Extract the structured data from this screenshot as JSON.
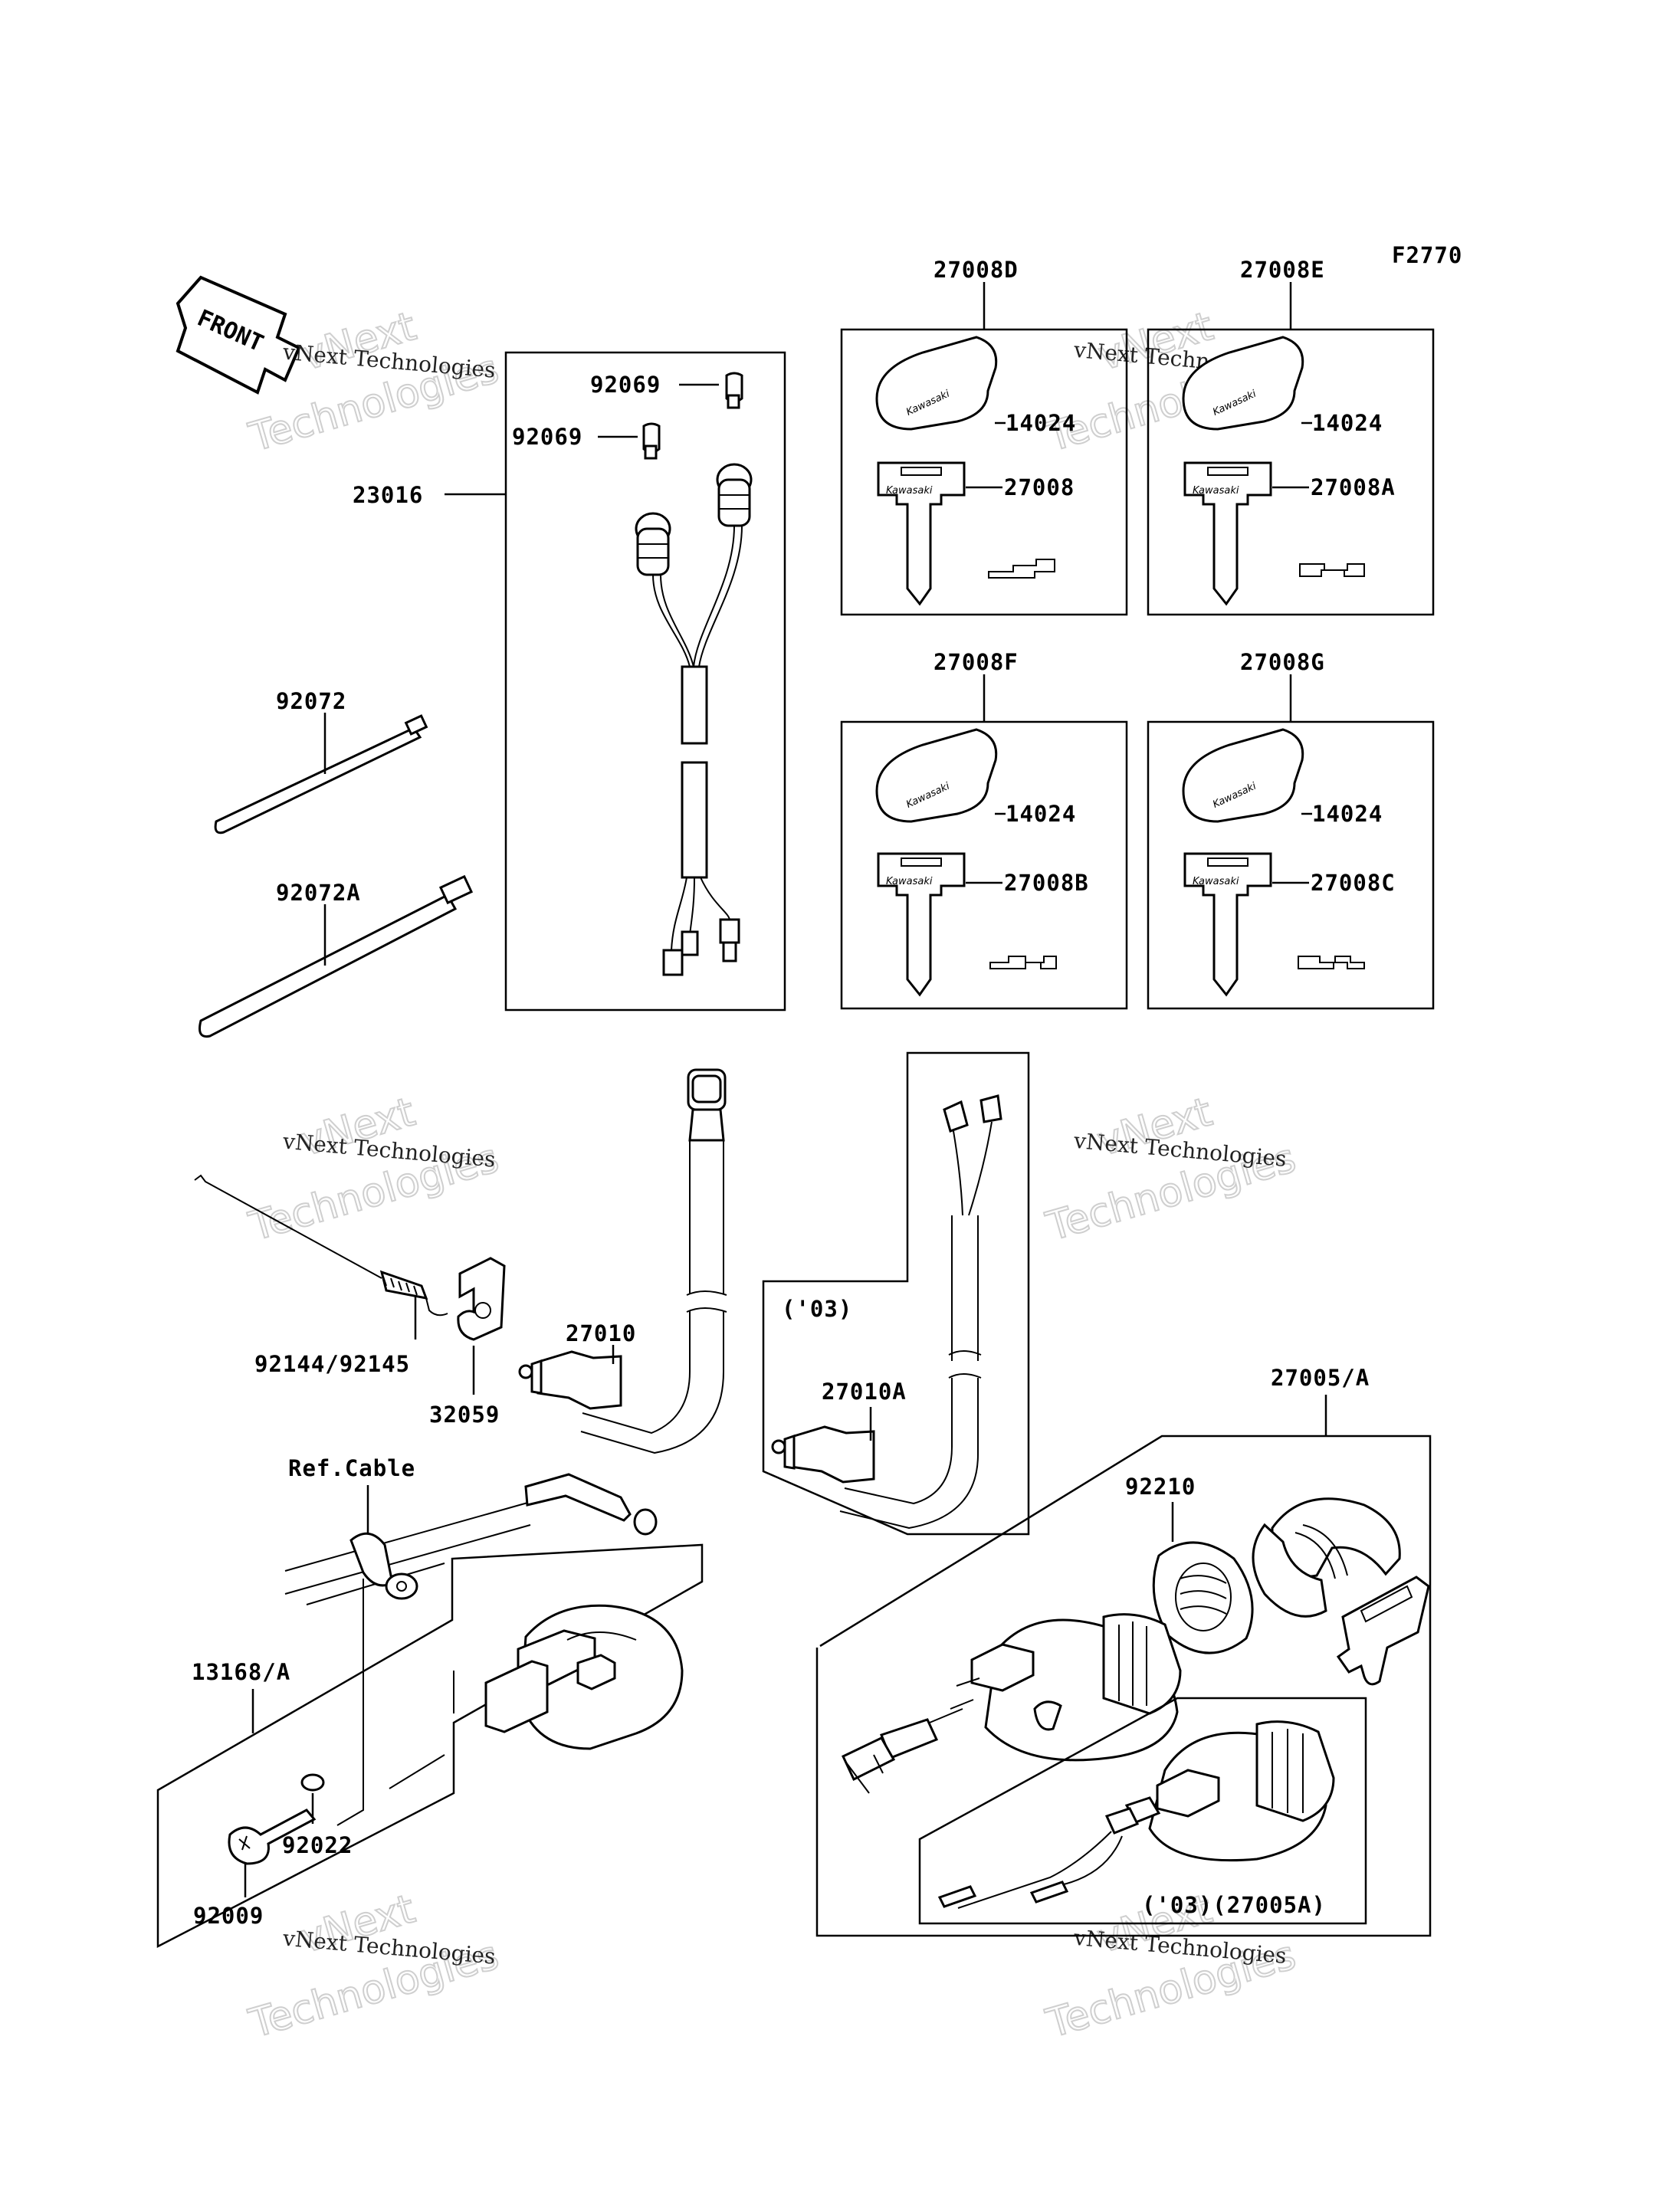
{
  "figure_code": "F2770",
  "front_label": "FRONT",
  "key_brand": "Kawasaki",
  "watermark": {
    "line1": "vNext Technologies",
    "line2": "vNext",
    "line3": "Technologies"
  },
  "labels": {
    "p92069_a": "92069",
    "p92069_b": "92069",
    "p23016": "23016",
    "p92072": "92072",
    "p92072A": "92072A",
    "p27008D": "27008D",
    "p27008E": "27008E",
    "p27008F": "27008F",
    "p27008G": "27008G",
    "p14024_d": "14024",
    "p14024_e": "14024",
    "p14024_f": "14024",
    "p14024_g": "14024",
    "p27008": "27008",
    "p27008A": "27008A",
    "p27008B": "27008B",
    "p27008C": "27008C",
    "p92144": "92144/92145",
    "p32059": "32059",
    "p27010": "27010",
    "p03": "('03)",
    "p27010A": "27010A",
    "p27005": "27005/A",
    "p92210": "92210",
    "pRefCable": "Ref.Cable",
    "p13168": "13168/A",
    "p92022": "92022",
    "p92009": "92009",
    "p27005A": "('03)(27005A)"
  }
}
